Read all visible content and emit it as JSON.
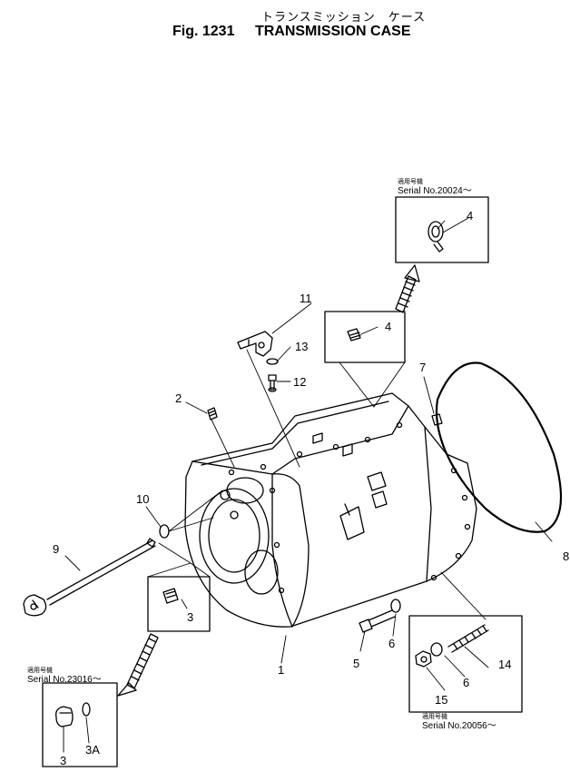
{
  "header": {
    "title_jp": "トランスミッション　ケース",
    "figure": "Fig. 1231",
    "title": "TRANSMISSION CASE"
  },
  "insets": [
    {
      "jp": "適用号機",
      "serial": "Serial No.20024～"
    },
    {
      "jp": "適用号機",
      "serial": "Serial No.23016～"
    },
    {
      "jp": "適用号機",
      "serial": "Serial No.20056～"
    }
  ],
  "callouts": {
    "p1": "1",
    "p2": "2",
    "p3": "3",
    "p3b": "3",
    "p3a": "3A",
    "p4": "4",
    "p4b": "4",
    "p5": "5",
    "p6": "6",
    "p6b": "6",
    "p7": "7",
    "p8": "8",
    "p9": "9",
    "p10": "10",
    "p11": "11",
    "p12": "12",
    "p13": "13",
    "p14": "14",
    "p15": "15"
  }
}
